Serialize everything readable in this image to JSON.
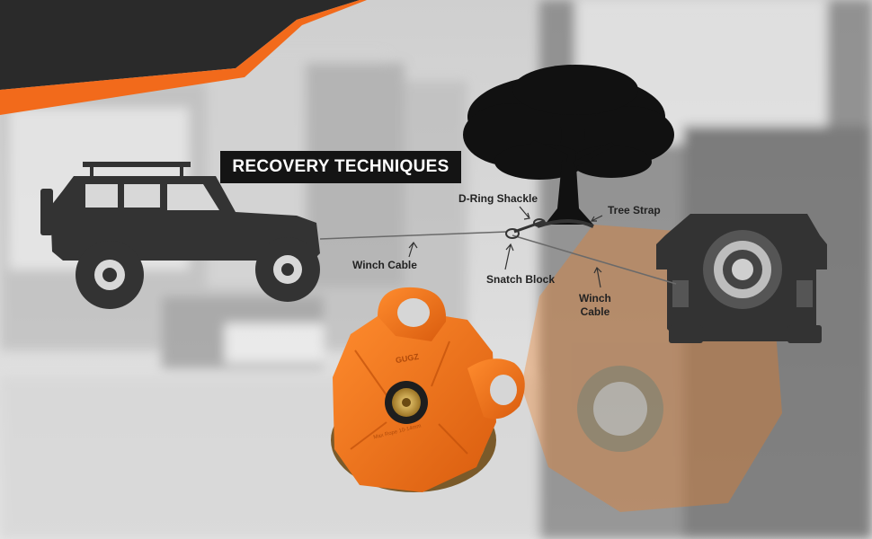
{
  "title": "RECOVERY TECHNIQUES",
  "labels": {
    "d_ring_shackle": "D-Ring Shackle",
    "tree_strap": "Tree Strap",
    "winch_cable_left": "Winch Cable",
    "snatch_block": "Snatch Block",
    "winch_cable_right_line1": "Winch",
    "winch_cable_right_line2": "Cable"
  },
  "product_text": {
    "brand_mark": "GUGZ",
    "side_print": "Max Rope 10-14mm"
  },
  "colors": {
    "accent_orange": "#f26a1b",
    "product_orange": "#f07a1e",
    "banner_dark": "#2a2a2a",
    "silhouette": "#333333",
    "title_bg": "#141414"
  },
  "icons": [
    "jeep-side-icon",
    "tree-icon",
    "jeep-rear-icon",
    "snatch-block-icon"
  ]
}
